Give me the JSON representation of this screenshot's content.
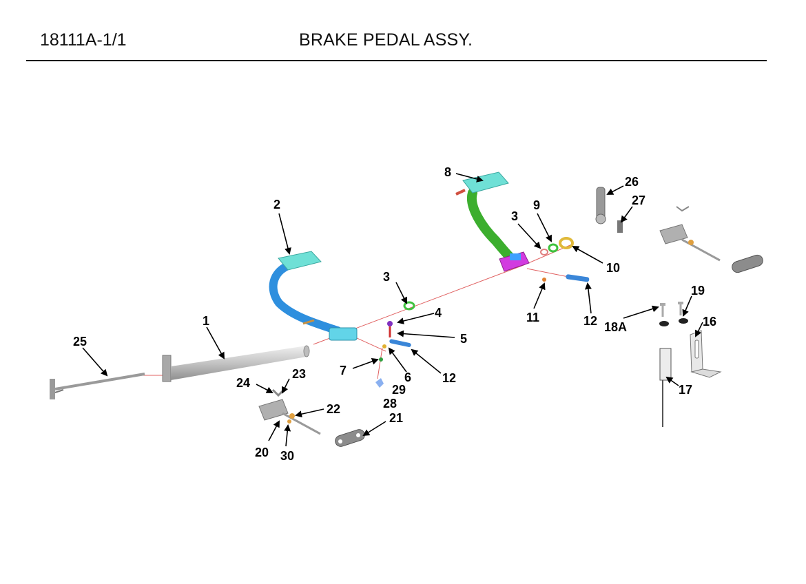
{
  "header": {
    "doc_code": "18111A-1/1",
    "title": "BRAKE PEDAL ASSY."
  },
  "colors": {
    "ink": "#111111",
    "pedal_left": "#2e8fde",
    "pedal_right": "#3cae2e",
    "pad": "#6fe0d6",
    "bracket_magenta": "#d23be0",
    "leader_red": "#e05050",
    "spring_blue": "#3a86d8",
    "washer_green": "#3fc23f",
    "washer_yellow": "#e0b93a",
    "metal_grey": "#c8c8c8"
  },
  "callouts": [
    {
      "id": "c1",
      "text": "1"
    },
    {
      "id": "c2",
      "text": "2"
    },
    {
      "id": "c3a",
      "text": "3"
    },
    {
      "id": "c3b",
      "text": "3"
    },
    {
      "id": "c4",
      "text": "4"
    },
    {
      "id": "c5",
      "text": "5"
    },
    {
      "id": "c6",
      "text": "6"
    },
    {
      "id": "c7",
      "text": "7"
    },
    {
      "id": "c8",
      "text": "8"
    },
    {
      "id": "c9",
      "text": "9"
    },
    {
      "id": "c10",
      "text": "10"
    },
    {
      "id": "c11",
      "text": "11"
    },
    {
      "id": "c12a",
      "text": "12"
    },
    {
      "id": "c12b",
      "text": "12"
    },
    {
      "id": "c16",
      "text": "16"
    },
    {
      "id": "c17",
      "text": "17"
    },
    {
      "id": "c18A",
      "text": "18A"
    },
    {
      "id": "c19",
      "text": "19"
    },
    {
      "id": "c20",
      "text": "20"
    },
    {
      "id": "c21",
      "text": "21"
    },
    {
      "id": "c22",
      "text": "22"
    },
    {
      "id": "c23",
      "text": "23"
    },
    {
      "id": "c24",
      "text": "24"
    },
    {
      "id": "c25",
      "text": "25"
    },
    {
      "id": "c26",
      "text": "26"
    },
    {
      "id": "c27",
      "text": "27"
    },
    {
      "id": "c28",
      "text": "28"
    },
    {
      "id": "c29",
      "text": "29"
    },
    {
      "id": "c30",
      "text": "30"
    }
  ]
}
